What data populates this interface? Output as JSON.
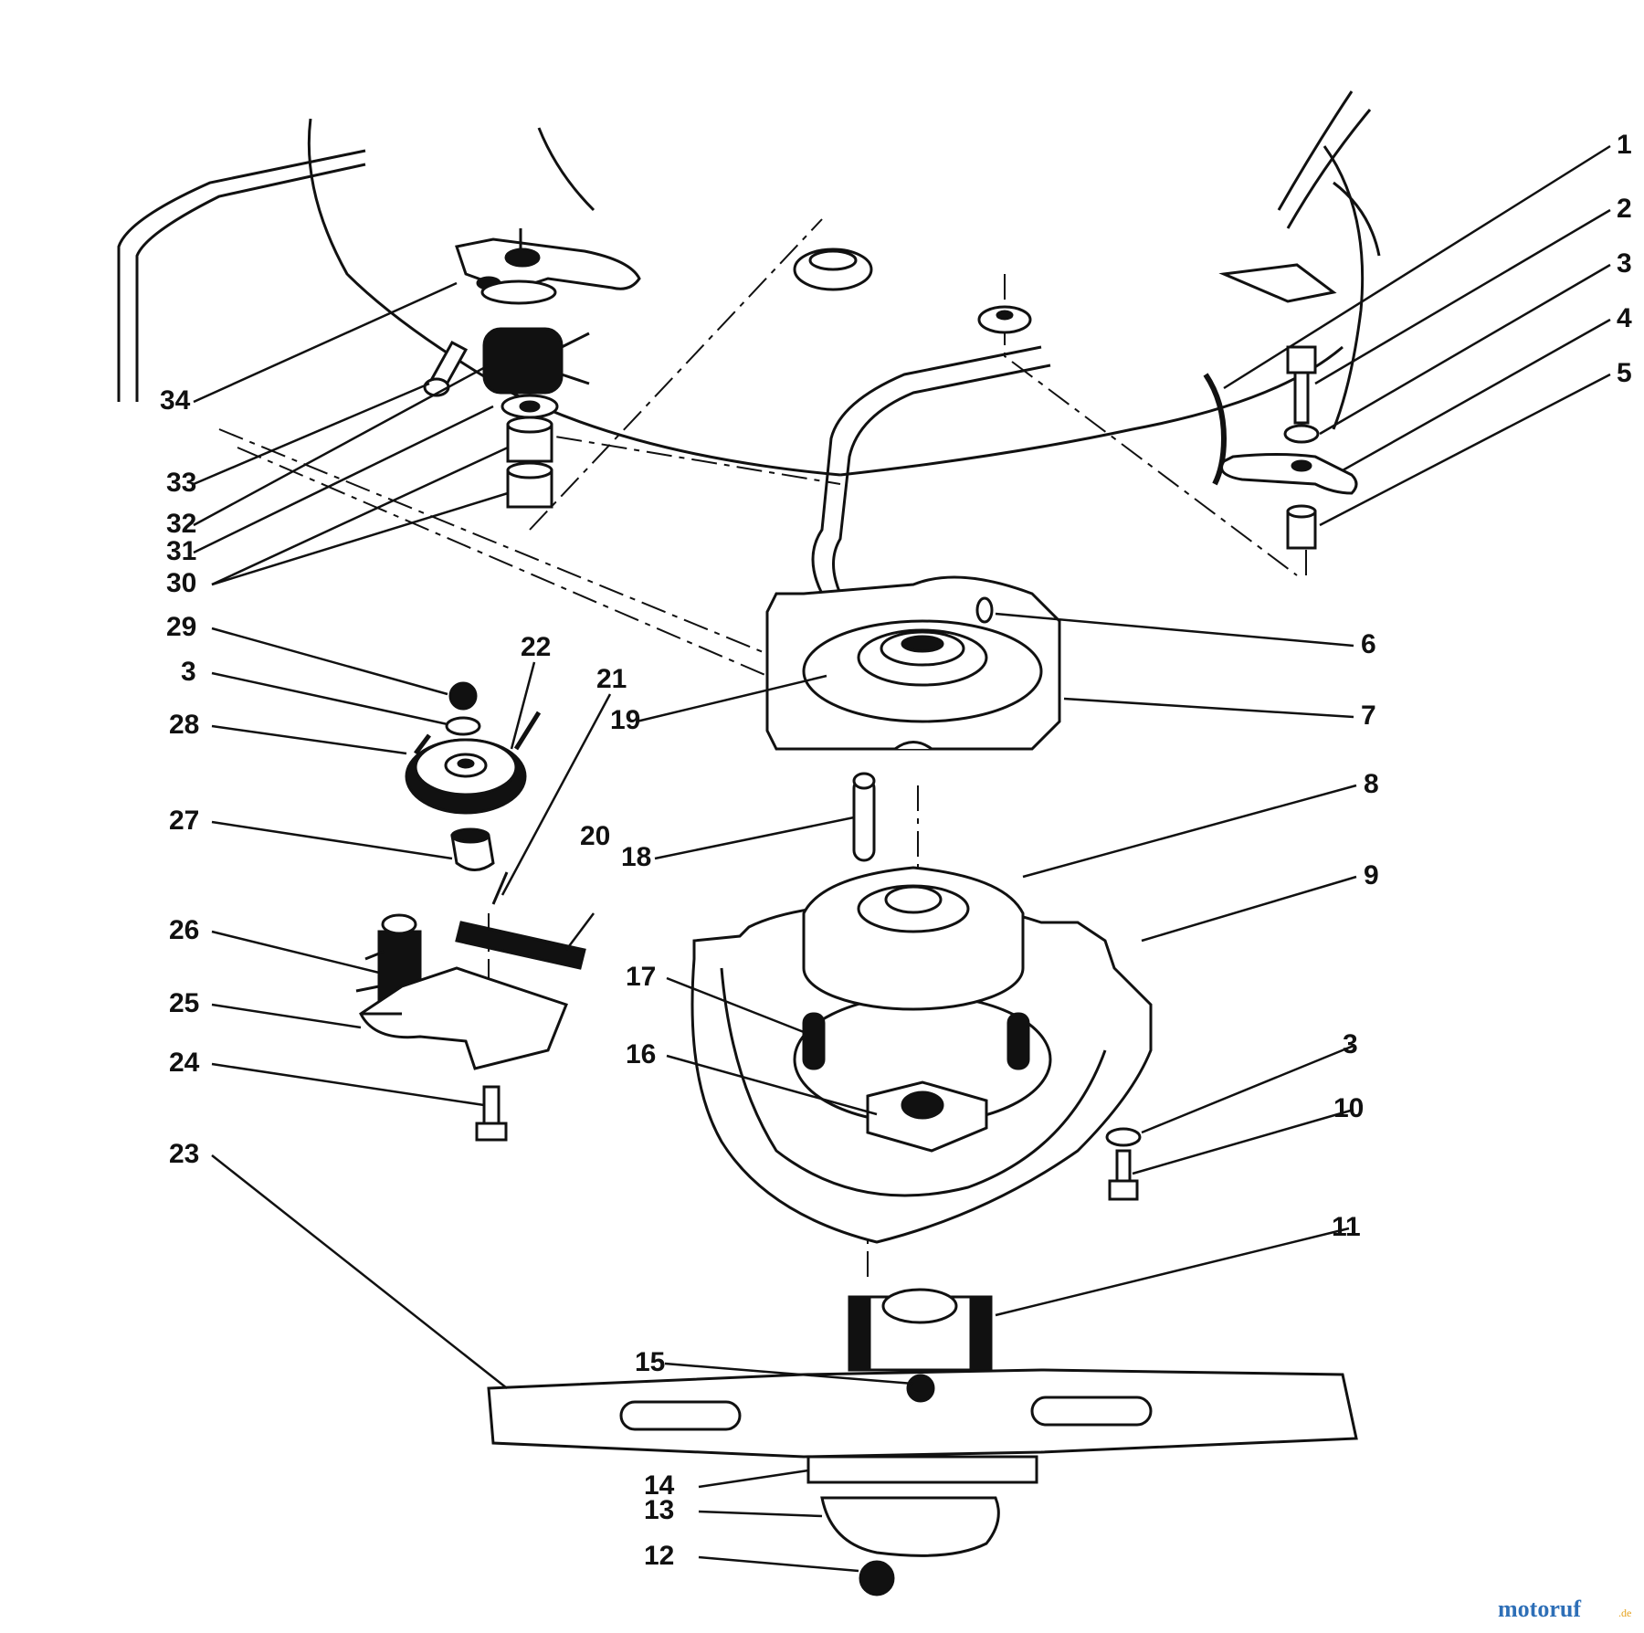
{
  "callouts": [
    {
      "id": "1",
      "text": "1"
    },
    {
      "id": "2",
      "text": "2"
    },
    {
      "id": "3a",
      "text": "3"
    },
    {
      "id": "4",
      "text": "4"
    },
    {
      "id": "5",
      "text": "5"
    },
    {
      "id": "6",
      "text": "6"
    },
    {
      "id": "7",
      "text": "7"
    },
    {
      "id": "8",
      "text": "8"
    },
    {
      "id": "9",
      "text": "9"
    },
    {
      "id": "3b",
      "text": "3"
    },
    {
      "id": "10",
      "text": "10"
    },
    {
      "id": "11",
      "text": "11"
    },
    {
      "id": "12",
      "text": "12"
    },
    {
      "id": "13",
      "text": "13"
    },
    {
      "id": "14",
      "text": "14"
    },
    {
      "id": "15",
      "text": "15"
    },
    {
      "id": "16",
      "text": "16"
    },
    {
      "id": "17",
      "text": "17"
    },
    {
      "id": "18",
      "text": "18"
    },
    {
      "id": "19",
      "text": "19"
    },
    {
      "id": "20",
      "text": "20"
    },
    {
      "id": "21",
      "text": "21"
    },
    {
      "id": "22",
      "text": "22"
    },
    {
      "id": "23",
      "text": "23"
    },
    {
      "id": "24",
      "text": "24"
    },
    {
      "id": "25",
      "text": "25"
    },
    {
      "id": "26",
      "text": "26"
    },
    {
      "id": "27",
      "text": "27"
    },
    {
      "id": "28",
      "text": "28"
    },
    {
      "id": "3c",
      "text": "3"
    },
    {
      "id": "29",
      "text": "29"
    },
    {
      "id": "30",
      "text": "30"
    },
    {
      "id": "31",
      "text": "31"
    },
    {
      "id": "32",
      "text": "32"
    },
    {
      "id": "33",
      "text": "33"
    },
    {
      "id": "34",
      "text": "34"
    }
  ],
  "watermark": {
    "main": "motoruf",
    "suffix": ".de",
    "color_main": "#2e6fb7",
    "color_accent": "#e5a320"
  }
}
